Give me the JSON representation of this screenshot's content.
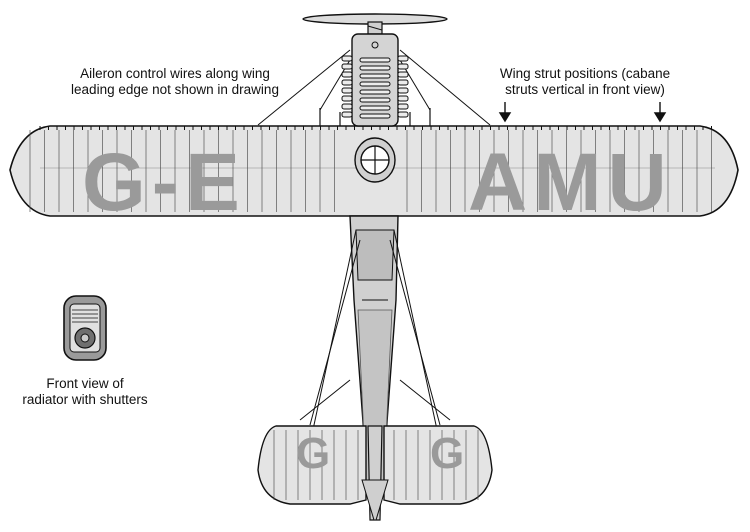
{
  "annotations": {
    "aileron_wires": [
      "Aileron control wires along wing",
      "leading edge not shown in drawing"
    ],
    "wing_struts": [
      "Wing strut positions (cabane",
      "struts vertical in front view)"
    ],
    "radiator": [
      "Front view of",
      "radiator with shutters"
    ]
  },
  "registration": {
    "upper_wing_left": "G-E",
    "upper_wing_right": "AMU",
    "tailplane_left": "G",
    "tailplane_right": "G"
  },
  "colors": {
    "wing_fill": "#e4e4e4",
    "fuselage_fill": "#c8c8c8",
    "lettering": "#9a9a9a",
    "outline": "#111111"
  }
}
